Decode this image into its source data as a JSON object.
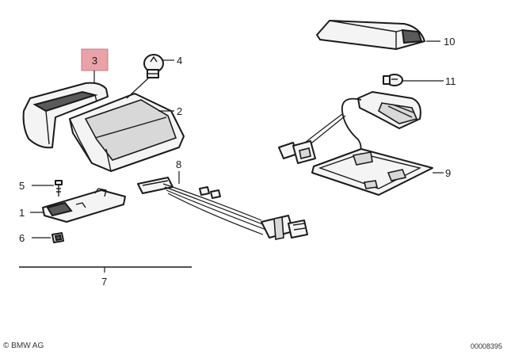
{
  "callouts": {
    "c1": "1",
    "c2": "2",
    "c3": "3",
    "c4": "4",
    "c5": "5",
    "c6": "6",
    "c7": "7",
    "c8": "8",
    "c9": "9",
    "c10": "10",
    "c11": "11"
  },
  "highlight_color": "#e9a3a8",
  "footer": {
    "copyright": "© BMW AG",
    "drawing_number": "00008395"
  }
}
